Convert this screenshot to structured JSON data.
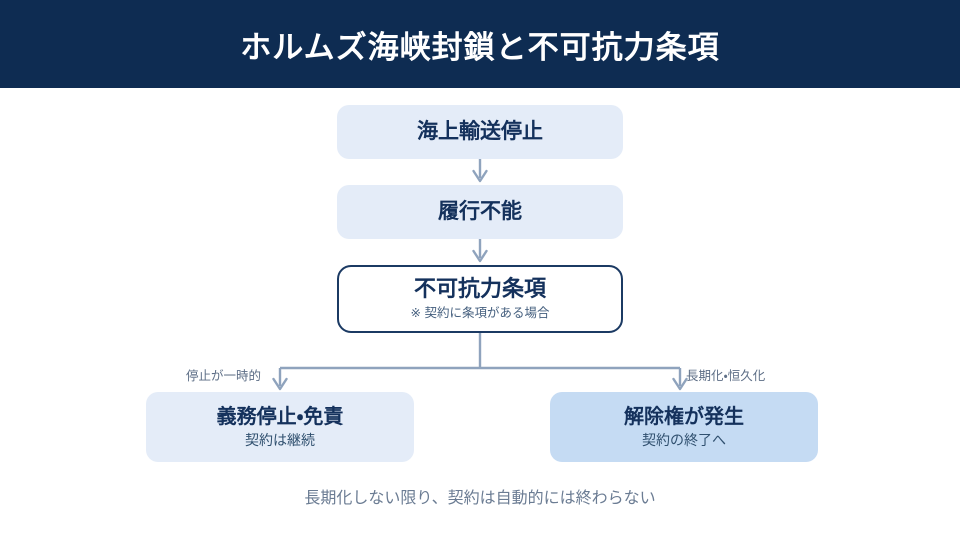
{
  "header": {
    "title": "ホルムズ海峡封鎖と不可抗力条項",
    "background_color": "#0e2c52",
    "text_color": "#ffffff"
  },
  "colors": {
    "navy": "#0e2c52",
    "node_text": "#14315c",
    "light_box": "#e4ecf8",
    "accent_box": "#c5dbf3",
    "outline": "#1b3a63",
    "connector": "#8fa3bd",
    "muted_text": "#6b7c93"
  },
  "flow": {
    "nodes": [
      {
        "id": "shipping",
        "title": "海上輸送停止",
        "sub": "",
        "style": "light"
      },
      {
        "id": "impossible",
        "title": "履行不能",
        "sub": "",
        "style": "light"
      },
      {
        "id": "force_majeure",
        "title": "不可抗力条項",
        "sub": "※ 契約に条項がある場合",
        "style": "outlined"
      },
      {
        "id": "suspend",
        "title": "義務停止・免責",
        "sub": "契約は継続",
        "style": "light"
      },
      {
        "id": "terminate",
        "title": "解除権が発生",
        "sub": "契約の終了へ",
        "style": "accent"
      }
    ],
    "branch_labels": {
      "left": "停止が一時的",
      "right": "長期化・恒久化"
    }
  },
  "footer": {
    "note": "長期化しない限り、契約は自動的には終わらない"
  }
}
